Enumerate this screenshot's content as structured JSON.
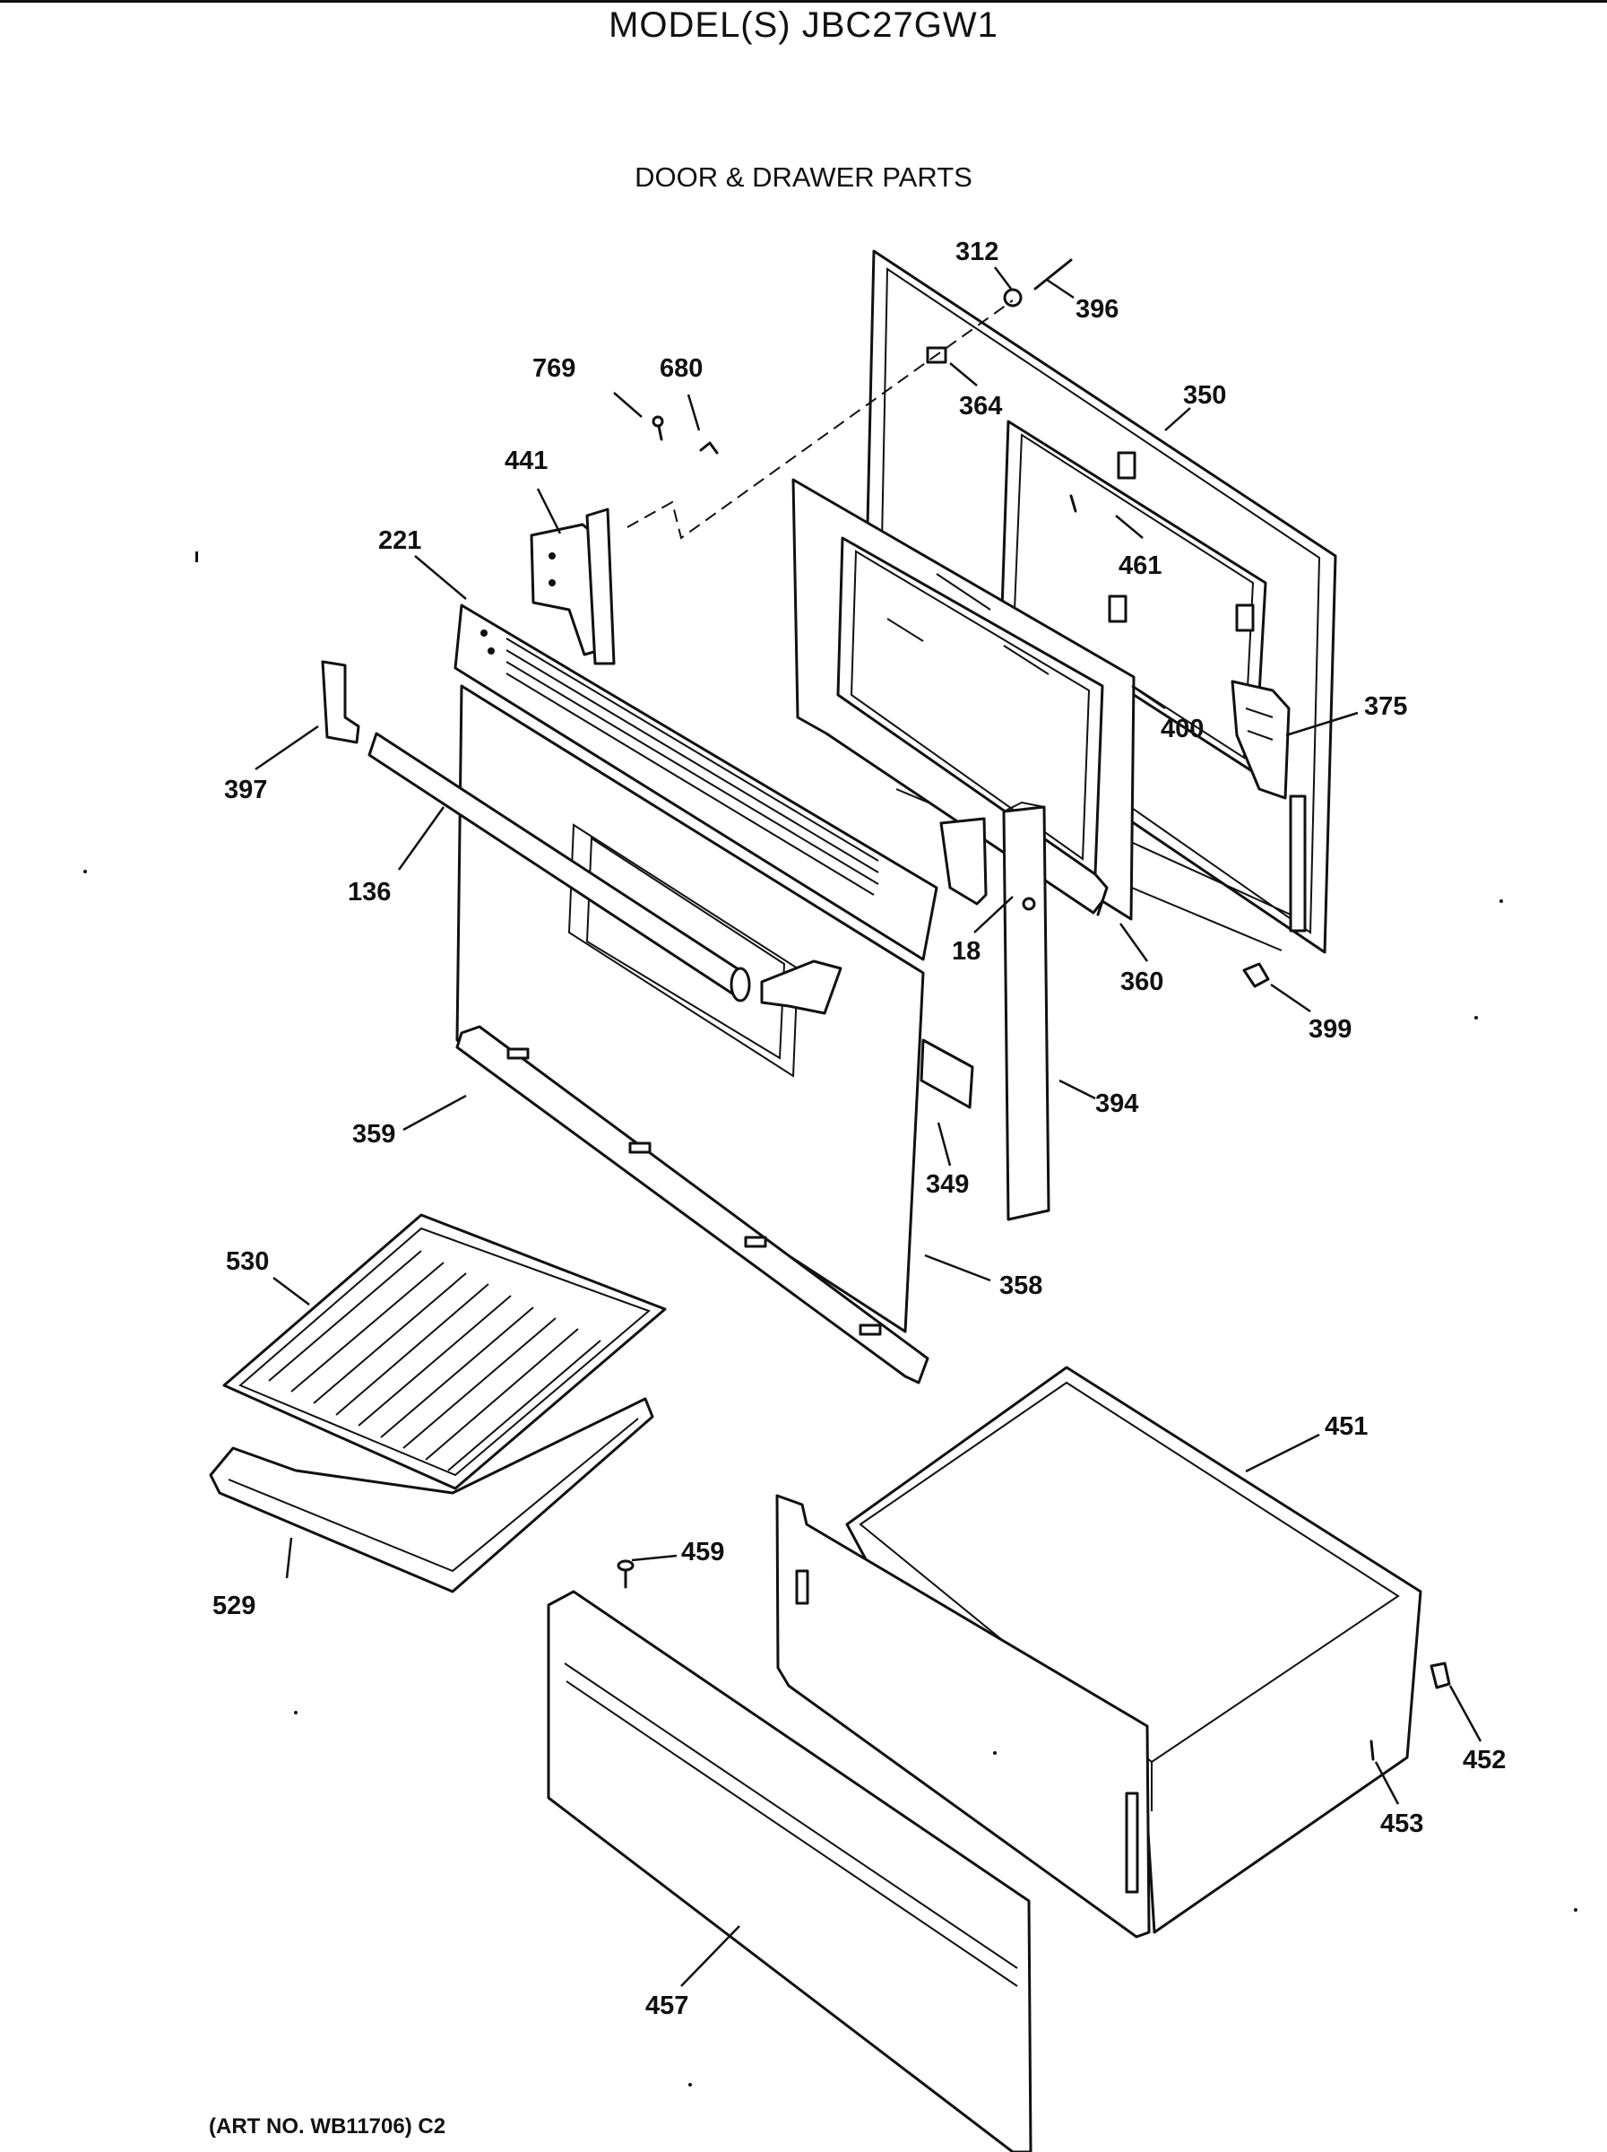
{
  "header": {
    "model": "MODEL(S) JBC27GW1",
    "section": "DOOR & DRAWER PARTS"
  },
  "footer": {
    "art_no": "(ART NO. WB11706) C2"
  },
  "callouts": {
    "p312": "312",
    "p396": "396",
    "p769": "769",
    "p680": "680",
    "p364": "364",
    "p350": "350",
    "p441": "441",
    "p461": "461",
    "p221": "221",
    "p400": "400",
    "p375": "375",
    "p397": "397",
    "p136": "136",
    "p18": "18",
    "p360": "360",
    "p399": "399",
    "p394": "394",
    "p359": "359",
    "p349": "349",
    "p530": "530",
    "p358": "358",
    "p451": "451",
    "p459": "459",
    "p529": "529",
    "p452": "452",
    "p453": "453",
    "p457": "457"
  }
}
